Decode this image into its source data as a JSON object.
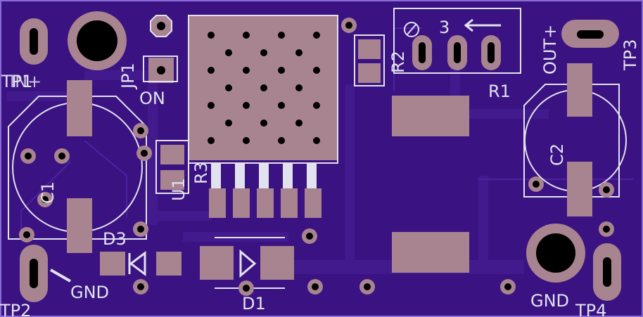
{
  "colors": {
    "board": "#3a1282",
    "board_edge": "#2e0e6c",
    "trace": "#431a8e",
    "pad": "#a88390",
    "hole": "#000000",
    "silk": "#e2e2ee",
    "border": "#8a6bd6"
  },
  "labels": {
    "tp1": "TP1",
    "tp2": "TP2",
    "tp3": "TP3",
    "tp4": "TP4",
    "jp1": "JP1",
    "on": "ON",
    "r1": "R1",
    "r2": "R2",
    "r3": "R3",
    "u1": "U1",
    "c1": "C1",
    "c2": "C2",
    "d1": "D1",
    "d3": "D3",
    "gnd_left": "GND",
    "gnd_right": "GND",
    "out_plus": "OUT+",
    "in_plus": "IN+",
    "pot_mark": "3"
  }
}
